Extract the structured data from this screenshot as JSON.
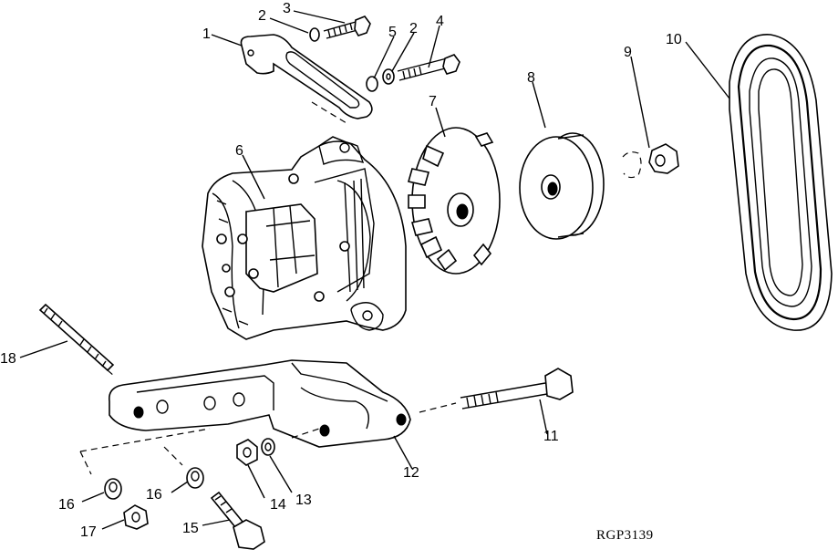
{
  "callouts": [
    {
      "id": "c1",
      "text": "1"
    },
    {
      "id": "c2a",
      "text": "2"
    },
    {
      "id": "c3",
      "text": "3"
    },
    {
      "id": "c5",
      "text": "5"
    },
    {
      "id": "c2b",
      "text": "2"
    },
    {
      "id": "c4",
      "text": "4"
    },
    {
      "id": "c6",
      "text": "6"
    },
    {
      "id": "c7",
      "text": "7"
    },
    {
      "id": "c8",
      "text": "8"
    },
    {
      "id": "c9",
      "text": "9"
    },
    {
      "id": "c10",
      "text": "10"
    },
    {
      "id": "c11",
      "text": "11"
    },
    {
      "id": "c12",
      "text": "12"
    },
    {
      "id": "c13",
      "text": "13"
    },
    {
      "id": "c14",
      "text": "14"
    },
    {
      "id": "c15",
      "text": "15"
    },
    {
      "id": "c16a",
      "text": "16"
    },
    {
      "id": "c16b",
      "text": "16"
    },
    {
      "id": "c17",
      "text": "17"
    },
    {
      "id": "c18",
      "text": "18"
    }
  ],
  "reference_code": "RGP3139"
}
